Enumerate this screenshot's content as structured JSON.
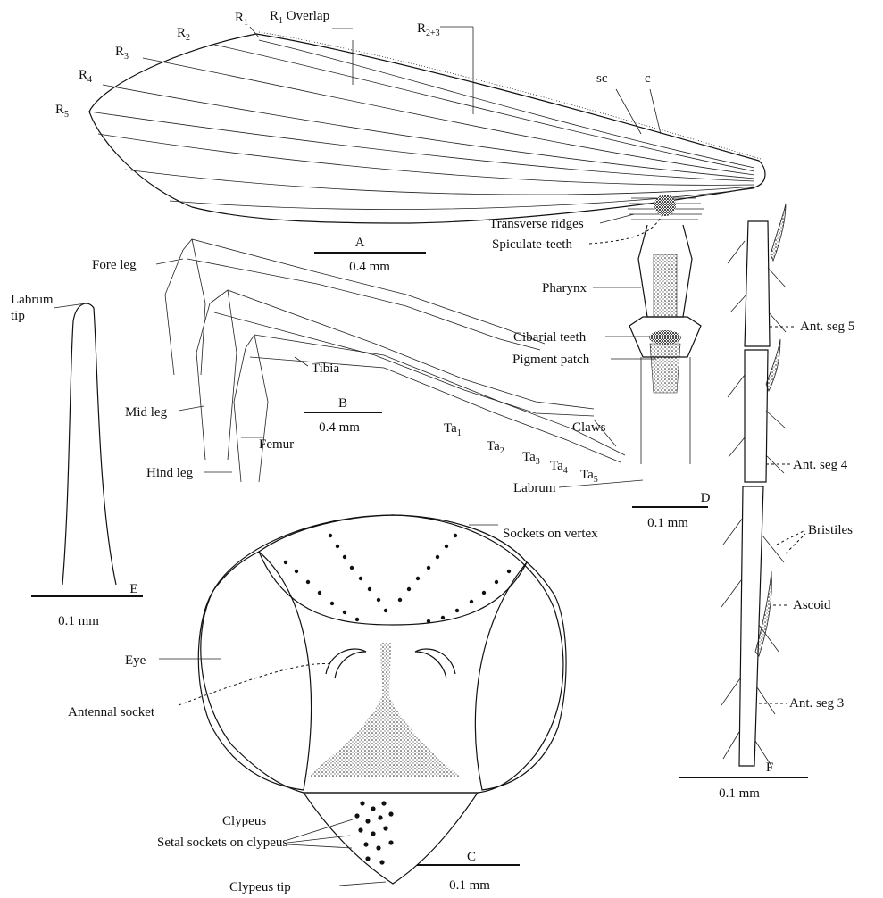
{
  "panels": {
    "wing": {
      "panel_letter": "A",
      "scale": "0.4 mm",
      "labels": {
        "r1": "R",
        "r1_sub": "1",
        "r1_overlap": "R",
        "r1_overlap_sub": "1",
        "r1_overlap_rest": " Overlap",
        "r2": "R",
        "r2_sub": "2",
        "r3": "R",
        "r3_sub": "3",
        "r4": "R",
        "r4_sub": "4",
        "r5": "R",
        "r5_sub": "5",
        "r23": "R",
        "r23_sub": "2+3",
        "sc": "sc",
        "c": "c"
      }
    },
    "legs": {
      "panel_letter": "B",
      "scale": "0.4 mm",
      "labels": {
        "fore_leg": "Fore leg",
        "mid_leg": "Mid leg",
        "hind_leg": "Hind leg",
        "femur": "Femur",
        "tibia": "Tibia",
        "claws": "Claws",
        "ta1": "Ta",
        "ta1_sub": "1",
        "ta2": "Ta",
        "ta2_sub": "2",
        "ta3": "Ta",
        "ta3_sub": "3",
        "ta4": "Ta",
        "ta4_sub": "4",
        "ta5": "Ta",
        "ta5_sub": "5"
      }
    },
    "head": {
      "panel_letter": "C",
      "scale": "0.1 mm",
      "labels": {
        "sockets_on_vertex": "Sockets on vertex",
        "eye": "Eye",
        "antennal_socket": "Antennal socket",
        "clypeus": "Clypeus",
        "setal_sockets": "Setal sockets on clypeus",
        "clypeus_tip": "Clypeus tip"
      }
    },
    "pharynx": {
      "panel_letter": "D",
      "scale": "0.1 mm",
      "labels": {
        "transverse_ridges": "Transverse ridges",
        "spiculate_teeth": "Spiculate-teeth",
        "pharynx": "Pharynx",
        "cibarial_teeth": "Cibarial teeth",
        "pigment_patch": "Pigment patch",
        "labrum": "Labrum"
      }
    },
    "labrum": {
      "panel_letter": "E",
      "scale": "0.1 mm",
      "labels": {
        "labrum_tip_line1": "Labrum",
        "labrum_tip_line2": "tip"
      }
    },
    "antenna": {
      "panel_letter": "F",
      "scale": "0.1 mm",
      "labels": {
        "seg5": "Ant. seg 5",
        "seg4": "Ant. seg 4",
        "bristles": "Bristiles",
        "ascoid": "Ascoid",
        "seg3": "Ant. seg 3"
      }
    }
  }
}
